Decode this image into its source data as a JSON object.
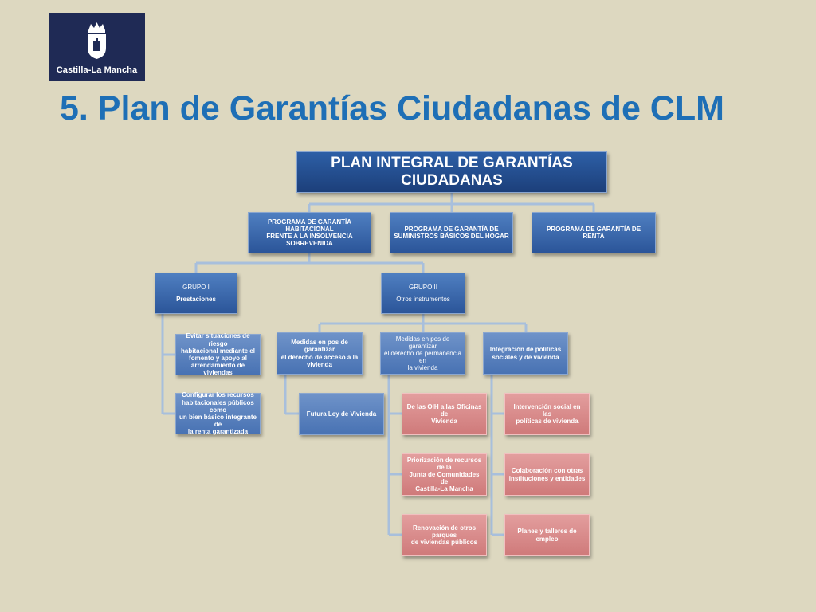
{
  "logo": {
    "text": "Castilla-La Mancha"
  },
  "title": "5. Plan de Garantías Ciudadanas de CLM",
  "colors": {
    "background": "#ddd8c0",
    "title": "#1e6fb6",
    "logo_bg": "#1f2a55",
    "box_blue": "#2b5599",
    "box_red": "#cf7a7a"
  },
  "diagram": {
    "root": [
      "PLAN INTEGRAL DE GARANTÍAS",
      "CIUDADANAS"
    ],
    "programs": [
      [
        "PROGRAMA DE GARANTÍA HABITACIONAL",
        "FRENTE A LA INSOLVENCIA SOBREVENIDA"
      ],
      [
        "PROGRAMA DE GARANTÍA DE",
        "SUMINISTROS BÁSICOS DEL HOGAR"
      ],
      [
        "PROGRAMA DE GARANTÍA DE RENTA"
      ]
    ],
    "groups": [
      {
        "name": "GRUPO I",
        "sub": "Prestaciones"
      },
      {
        "name": "GRUPO II",
        "sub": "Otros instrumentos"
      }
    ],
    "grupo1_items": [
      [
        "Evitar situaciones de riesgo",
        "habitacional mediante el",
        "fomento y apoyo al",
        "arrendamiento de viviendas"
      ],
      [
        "Configurar los recursos",
        "habitacionales públicos como",
        "un bien básico integrante de",
        "la renta garantizada"
      ]
    ],
    "grupo2_items": [
      [
        "Medidas en pos de garantizar",
        "el derecho de acceso a la",
        "vivienda"
      ],
      [
        "Medidas en pos de garantizar",
        "el derecho de permanencia en",
        "la vivienda"
      ],
      [
        "Integración de políticas",
        "sociales y de vivienda"
      ]
    ],
    "acceso_items": [
      [
        "Futura Ley de Vivienda"
      ]
    ],
    "permanencia_items": [
      [
        "De las OIH a las Oficinas de",
        "Vivienda"
      ],
      [
        "Priorización de recursos de la",
        "Junta de Comunidades de",
        "Castilla-La Mancha"
      ],
      [
        "Renovación de otros parques",
        "de viviendas públicos"
      ]
    ],
    "integracion_items": [
      [
        "Intervención social en las",
        "políticas de vivienda"
      ],
      [
        "Colaboración con otras",
        "instituciones y entidades"
      ],
      [
        "Planes y talleres de empleo"
      ]
    ]
  }
}
